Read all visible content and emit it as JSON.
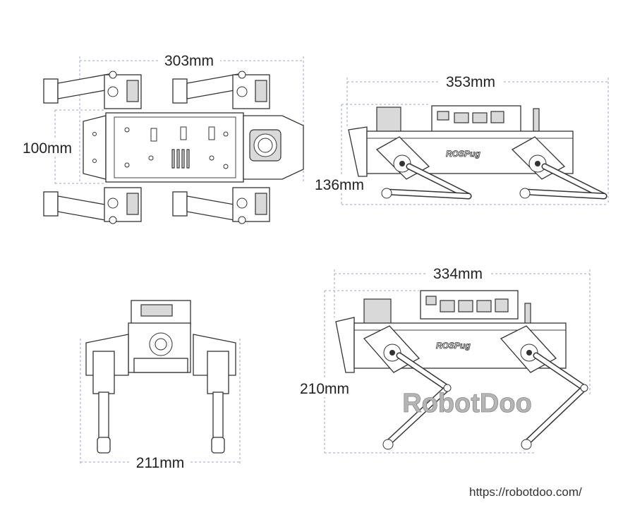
{
  "dimensions": {
    "top_view_length": "303mm",
    "top_view_width": "100mm",
    "side_view_length": "353mm",
    "side_view_height": "136mm",
    "front_view_width": "211mm",
    "standing_length": "334mm",
    "standing_height": "210mm"
  },
  "brand_label": "ROSPug",
  "watermark": "RobotDoo",
  "website": "https://robotdoo.com/",
  "colors": {
    "dimension_line": "#9aa6c9",
    "outline": "#333333",
    "watermark": "#b5b5b5"
  }
}
